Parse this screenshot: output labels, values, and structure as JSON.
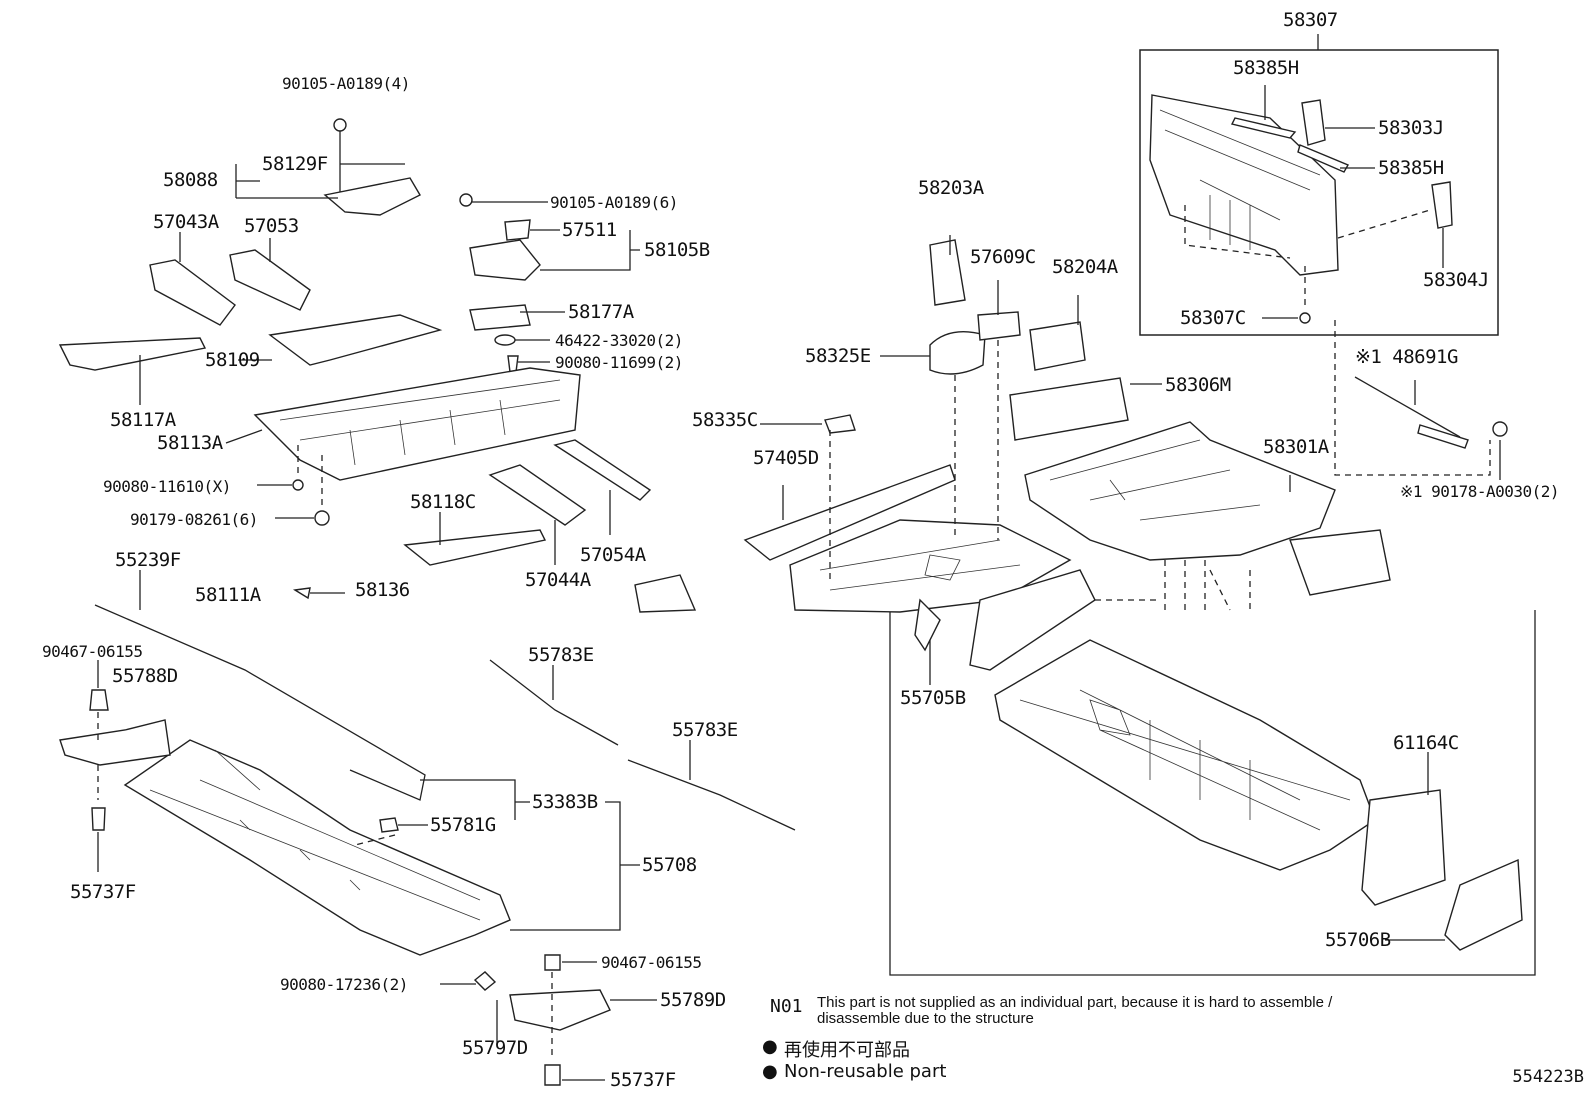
{
  "labels": {
    "l58307": "58307",
    "l58385H_a": "58385H",
    "l58303J": "58303J",
    "l58385H_b": "58385H",
    "l58304J": "58304J",
    "l58307C": "58307C",
    "l48691G": "※1 48691G",
    "l90178": "※1 90178-A0030(2)",
    "l58301A": "58301A",
    "l58306M": "58306M",
    "l58203A": "58203A",
    "l57609C": "57609C",
    "l58204A": "58204A",
    "l58325E": "58325E",
    "l58335C": "58335C",
    "l57405D": "57405D",
    "l55705B": "55705B",
    "l61164C": "61164C",
    "l55706B": "55706B",
    "l90105a": "90105-A0189(4)",
    "l58129F": "58129F",
    "l58088": "58088",
    "l90105b": "90105-A0189(6)",
    "l57511": "57511",
    "l58105B": "58105B",
    "l57043A": "57043A",
    "l57053": "57053",
    "l58177A": "58177A",
    "l46422": "46422-33020(2)",
    "l90080a": "90080-11699(2)",
    "l58109": "58109",
    "l58117A": "58117A",
    "l58113A": "58113A",
    "l90080b": "90080-11610(X)",
    "l90179": "90179-08261(6)",
    "l58118C": "58118C",
    "l57054A": "57054A",
    "l57044A": "57044A",
    "l55239F": "55239F",
    "l58111A": "58111A",
    "l58136": "58136",
    "l90467a": "90467-06155",
    "l55788D": "55788D",
    "l55783E_a": "55783E",
    "l55783E_b": "55783E",
    "l53383B": "53383B",
    "l55781G": "55781G",
    "l55708": "55708",
    "l55737F_a": "55737F",
    "l90467b": "90467-06155",
    "l90080c": "90080-17236(2)",
    "l55789D": "55789D",
    "l55797D": "55797D",
    "l55737F_b": "55737F"
  },
  "notes": {
    "n01_code": "N01",
    "n01_line1": "This part is not supplied as an individual part, because it is hard to assemble /",
    "n01_line2": "disassemble due to the structure",
    "legend_jp": "再使用不可部品",
    "legend_en": "Non-reusable part",
    "bullet": "●"
  },
  "image_id": "554223B"
}
